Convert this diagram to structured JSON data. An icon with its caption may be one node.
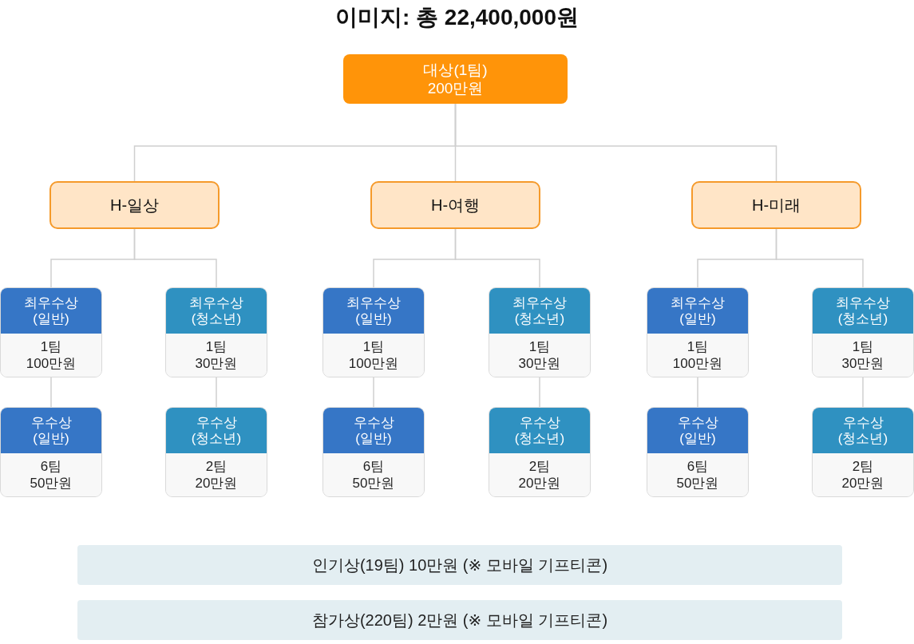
{
  "diagram": {
    "title": "이미지: 총 22,400,000원",
    "nodes": [
      {
        "text": [
          "대상(1팀) 200만원"
        ]
      },
      {
        "text": [
          "H-일상"
        ]
      },
      {
        "text": [
          "H-여행"
        ]
      },
      {
        "text": [
          "H-미래"
        ]
      },
      {
        "text": [
          "최우수상 (일반)",
          "1팀 100만원"
        ]
      },
      {
        "text": [
          "최우수상 (청소년)",
          "1팀 30만원"
        ]
      },
      {
        "text": [
          "최우수상 (일반)",
          "1팀 100만원"
        ]
      },
      {
        "text": [
          "최우수상 (청소년)",
          "1팀 30만원"
        ]
      },
      {
        "text": [
          "최우수상 (일반)",
          "1팀 100만원"
        ]
      },
      {
        "text": [
          "최우수상 (청소년)",
          "1팀 30만원"
        ]
      },
      {
        "text": [
          "우수상 (일반)",
          "6팀 50만원"
        ]
      },
      {
        "text": [
          "우수상 (청소년)",
          "2팀 20만원"
        ]
      },
      {
        "text": [
          "우수상 (일반)",
          "6팀 50만원"
        ]
      },
      {
        "text": [
          "우수상 (청소년)",
          "2팀 20만원"
        ]
      },
      {
        "text": [
          "우수상 (일반)",
          "6팀 50만원"
        ]
      },
      {
        "text": [
          "우수상 (청소년)",
          "2팀 20만원"
        ]
      },
      {
        "text": [
          "인기상(19팀) 10만원 (※ 모바일 기프티콘)"
        ]
      },
      {
        "text": [
          "참가상(220팀) 2만원 (※ 모바일 기프티콘)"
        ]
      }
    ],
    "edges": [
      {
        "from": 0,
        "to": 1,
        "arrow": "none"
      },
      {
        "from": 0,
        "to": 2,
        "arrow": "none"
      },
      {
        "from": 0,
        "to": 3,
        "arrow": "none"
      },
      {
        "from": 1,
        "to": 4,
        "arrow": "none"
      },
      {
        "from": 1,
        "to": 5,
        "arrow": "none"
      },
      {
        "from": 2,
        "to": 6,
        "arrow": "none"
      },
      {
        "from": 2,
        "to": 7,
        "arrow": "none"
      },
      {
        "from": 3,
        "to": 8,
        "arrow": "none"
      },
      {
        "from": 3,
        "to": 9,
        "arrow": "none"
      },
      {
        "from": 4,
        "to": 10,
        "arrow": "none"
      },
      {
        "from": 5,
        "to": 11,
        "arrow": "none"
      },
      {
        "from": 6,
        "to": 12,
        "arrow": "none"
      },
      {
        "from": 7,
        "to": 13,
        "arrow": "none"
      },
      {
        "from": 8,
        "to": 14,
        "arrow": "none"
      },
      {
        "from": 9,
        "to": 15,
        "arrow": "none"
      }
    ]
  }
}
